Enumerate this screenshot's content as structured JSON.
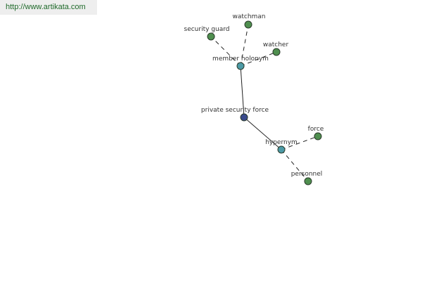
{
  "site": {
    "url_text": "http://www.artikata.com"
  },
  "graph": {
    "colors": {
      "root": "#3a4a8c",
      "relation": "#4c9aa6",
      "leaf": "#4f8f4f",
      "node_stroke": "#2a3a2a",
      "edge": "#222222"
    },
    "nodes": [
      {
        "id": "root",
        "label": "private security force",
        "kind": "root"
      },
      {
        "id": "member-holonym",
        "label": "member holonym",
        "kind": "relation"
      },
      {
        "id": "hypernym",
        "label": "hypernym",
        "kind": "relation"
      },
      {
        "id": "security-guard",
        "label": "security guard",
        "kind": "leaf"
      },
      {
        "id": "watchman",
        "label": "watchman",
        "kind": "leaf"
      },
      {
        "id": "watcher",
        "label": "watcher",
        "kind": "leaf"
      },
      {
        "id": "force",
        "label": "force",
        "kind": "leaf"
      },
      {
        "id": "personnel",
        "label": "personnel",
        "kind": "leaf"
      }
    ],
    "edges": [
      {
        "from": "root",
        "to": "member-holonym",
        "style": "solid"
      },
      {
        "from": "root",
        "to": "hypernym",
        "style": "solid"
      },
      {
        "from": "member-holonym",
        "to": "security-guard",
        "style": "dashed"
      },
      {
        "from": "member-holonym",
        "to": "watchman",
        "style": "dashed"
      },
      {
        "from": "member-holonym",
        "to": "watcher",
        "style": "dashed"
      },
      {
        "from": "hypernym",
        "to": "force",
        "style": "dashed"
      },
      {
        "from": "hypernym",
        "to": "personnel",
        "style": "dashed"
      }
    ]
  }
}
